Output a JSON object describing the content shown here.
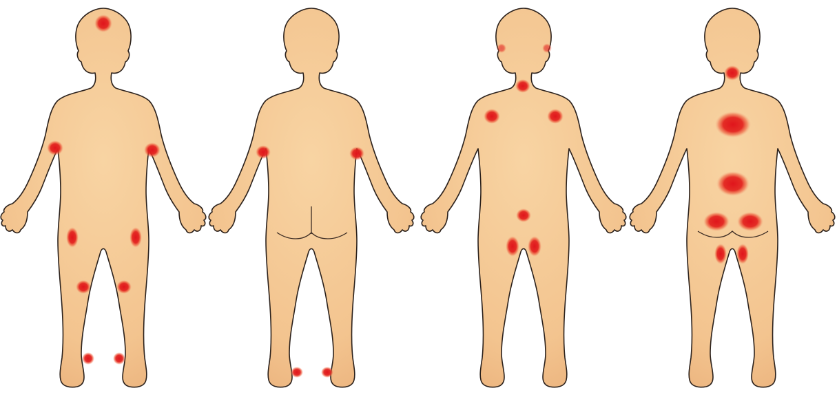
{
  "colors": {
    "background": "#ffffff",
    "skin_light": "#f8d4a3",
    "skin_mid": "#f0bb83",
    "outline": "#2b211c",
    "lesion_core": "#e0151c",
    "lesion_edge": "#f3a37f"
  },
  "figures": [
    {
      "id": "figure-1",
      "view": "front",
      "lesions": [
        "head-top",
        "left-elbow",
        "right-elbow",
        "left-thigh",
        "right-thigh",
        "left-knee",
        "right-knee",
        "left-ankle",
        "right-ankle"
      ]
    },
    {
      "id": "figure-2",
      "view": "back",
      "lesions": [
        "left-elbow",
        "right-elbow",
        "left-heel",
        "right-heel"
      ]
    },
    {
      "id": "figure-3",
      "view": "front",
      "lesions": [
        "left-cheek",
        "right-cheek",
        "neck",
        "left-shoulder",
        "right-shoulder",
        "groin",
        "left-upper-thigh",
        "right-upper-thigh"
      ]
    },
    {
      "id": "figure-4",
      "view": "back",
      "lesions": [
        "nape",
        "upper-back",
        "lower-back",
        "left-buttock",
        "right-buttock",
        "left-upper-thigh",
        "right-upper-thigh"
      ]
    }
  ]
}
